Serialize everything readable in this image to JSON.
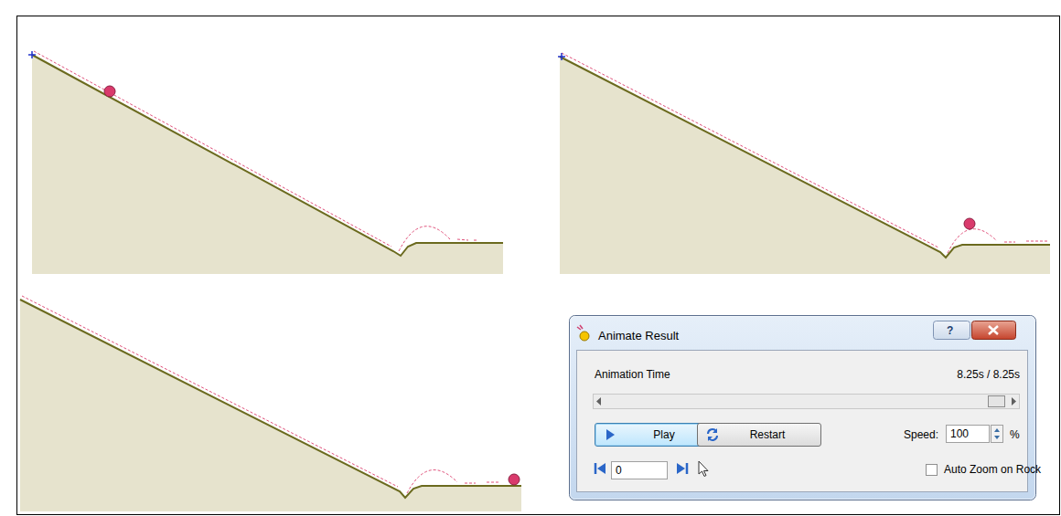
{
  "diagram": {
    "nodes": [
      {
        "text": [
          "Animate Result"
        ]
      },
      {
        "text": [
          "Play"
        ],
        "in": 0
      },
      {
        "text": [
          "Restart"
        ],
        "in": 0
      },
      {
        "text": [
          "100"
        ],
        "in": 0
      },
      {
        "text": [
          "0"
        ],
        "in": 0
      }
    ],
    "labels": [
      "?",
      "Animation Time",
      "8.25s / 8.25s",
      "Speed:",
      "%",
      "Auto Zoom on Rock"
    ]
  }
}
